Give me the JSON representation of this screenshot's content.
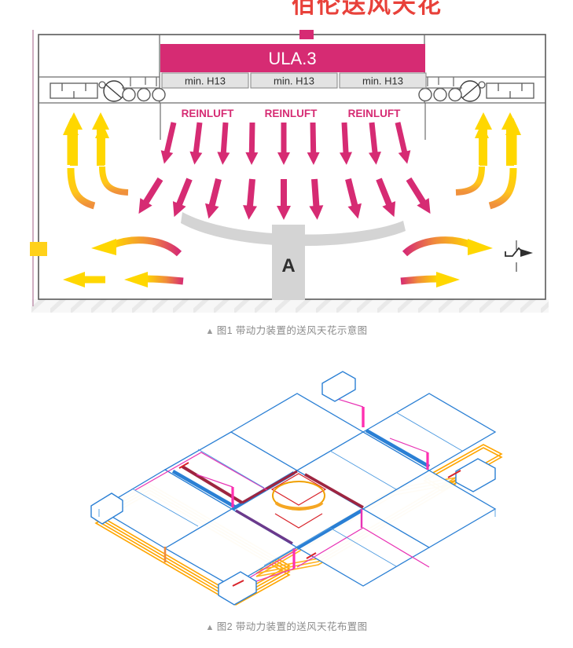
{
  "page": {
    "title": "佰伦送风天花",
    "title_color": "#e8413a",
    "background": "#ffffff"
  },
  "figure1": {
    "name": "ceiling-air-supply-section-diagram",
    "banner": {
      "label": "ULA.3",
      "fill": "#d62b73",
      "text_color": "#ffffff"
    },
    "filters": [
      {
        "label": "min. H13"
      },
      {
        "label": "min. H13"
      },
      {
        "label": "min. H13"
      }
    ],
    "filter_fill": "#e3e3e3",
    "filter_text_color": "#333333",
    "airflow_labels": [
      {
        "label": "REINLUFT"
      },
      {
        "label": "REINLUFT"
      },
      {
        "label": "REINLUFT"
      }
    ],
    "airflow_label_color": "#d62b73",
    "table_label": "A",
    "table_fill": "#d4d4d4",
    "colors": {
      "supply_arrow": "#d62b73",
      "return_arrow": "#ffd700",
      "mixed_arrow_start": "#d62b73",
      "mixed_arrow_end": "#ffd700",
      "wall_line": "#4d4d4d",
      "left_edge_line": "#c49ab2",
      "floor_hatch": "#ededed",
      "grille_yellow": "#ffd11a",
      "duct_tab": "#d62b73"
    },
    "icons": {
      "fan": "fan-icon",
      "damper": "damper-icon",
      "filter_dots": "filter-dots-icon",
      "door_symbol": "door-zigzag-arrow-icon",
      "exhaust_grille": "exhaust-grille-icon"
    }
  },
  "caption1": {
    "marker": "▲",
    "text": "图1 带动力装置的送风天花示意图"
  },
  "figure2": {
    "name": "ceiling-air-supply-isometric-layout",
    "colors": {
      "panel_edge": "#2a7fd4",
      "panel_edge_light": "#4d9ae0",
      "frame_orange": "#ffa500",
      "frame_orange_light": "#ffc247",
      "accent_magenta": "#e832b4",
      "accent_pink": "#ff2fb0",
      "accent_red": "#d8232a",
      "accent_purple": "#7b3fa0",
      "ellipse": "#f0a000"
    },
    "center_marker": "light-ring-ellipse"
  },
  "caption2": {
    "marker": "▲",
    "text": "图2 带动力装置的送风天花布置图"
  }
}
